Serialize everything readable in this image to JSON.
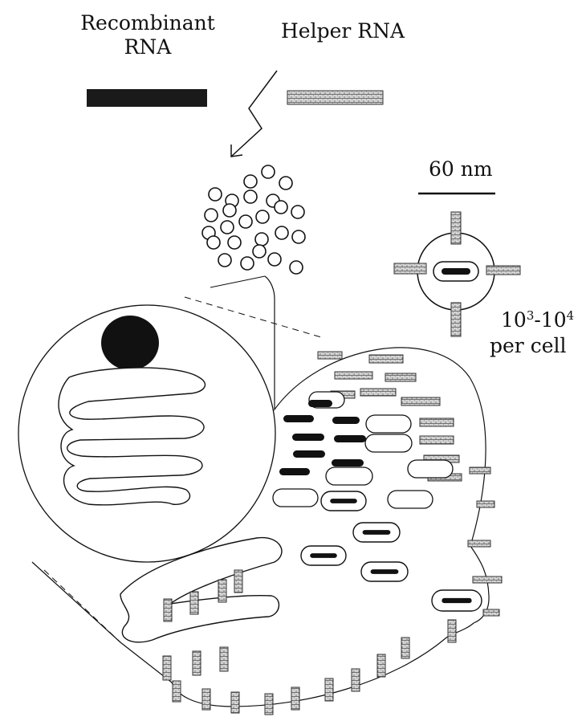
{
  "labels": {
    "recombinant_line1": "Recombinant",
    "recombinant_line2": "RNA",
    "helper": "Helper RNA",
    "scale_bar": "60 nm",
    "count_base1": "10",
    "count_exp1": "3",
    "count_sep": "-10",
    "count_exp2": "4",
    "per_cell": "per cell"
  },
  "colors": {
    "ink": "#111111",
    "recombinant_bar": "#1a1a1a",
    "helper_fill": "#bdbdbd",
    "background": "#ffffff"
  }
}
